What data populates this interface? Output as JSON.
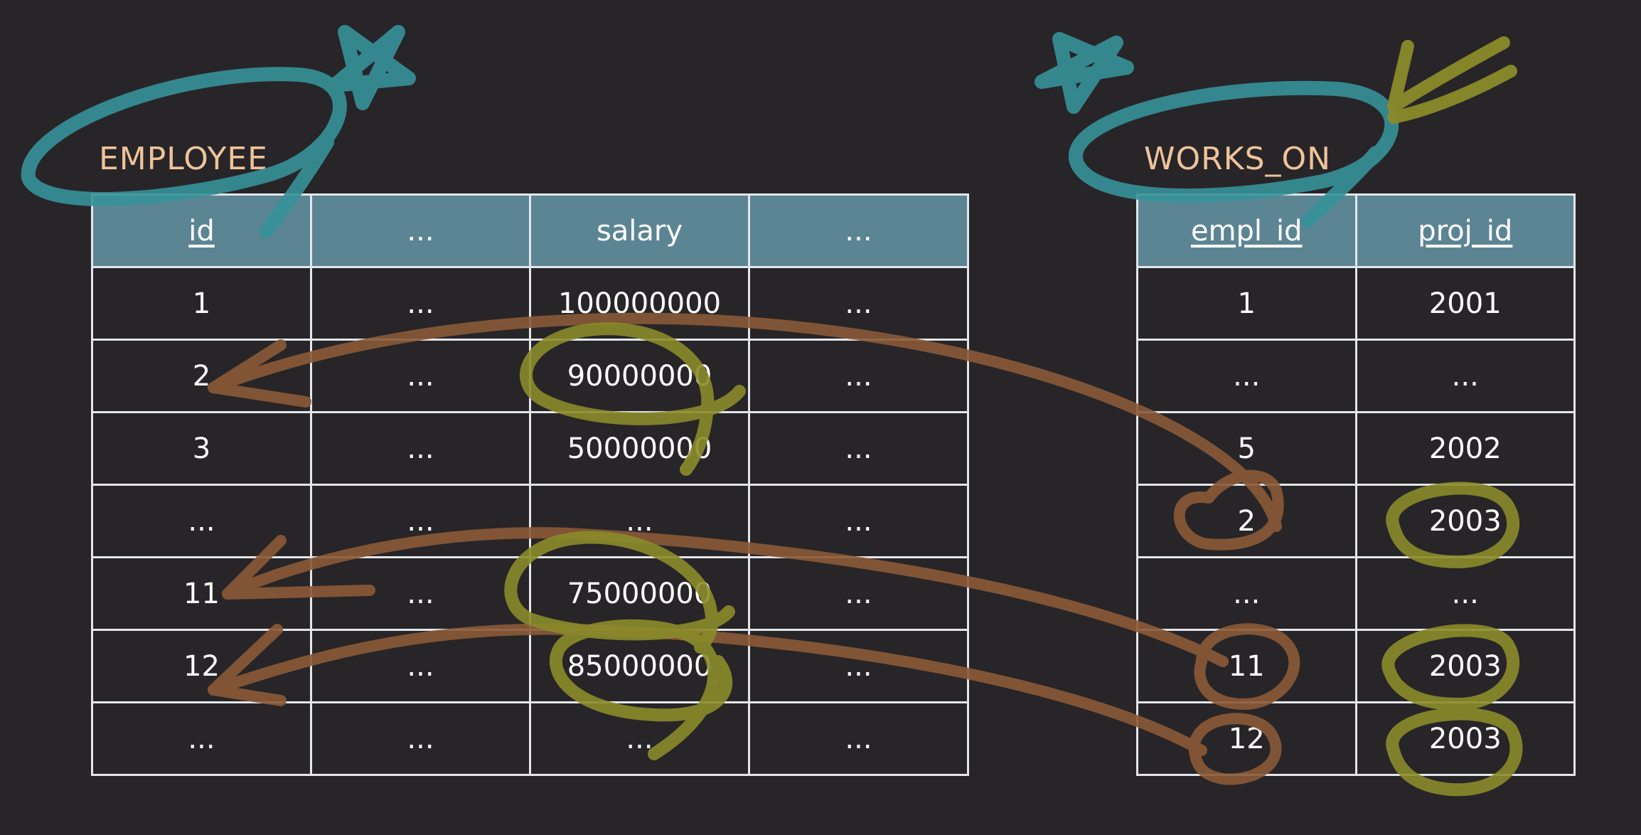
{
  "colors": {
    "background": "#272528",
    "header_fill": "#5C8594",
    "title_text": "#EFC39A",
    "ink_teal": "#37929A",
    "ink_orange": "#8A5A37",
    "ink_yellow": "#8B8B2A"
  },
  "employee": {
    "title": "EMPLOYEE",
    "headers": [
      "id",
      "...",
      "salary",
      "..."
    ],
    "key_columns": [
      0
    ],
    "rows": [
      [
        "1",
        "...",
        "100000000",
        "..."
      ],
      [
        "2",
        "...",
        "90000000",
        "..."
      ],
      [
        "3",
        "...",
        "50000000",
        "..."
      ],
      [
        "...",
        "...",
        "...",
        "..."
      ],
      [
        "11",
        "...",
        "75000000",
        "..."
      ],
      [
        "12",
        "...",
        "85000000",
        "..."
      ],
      [
        "...",
        "...",
        "...",
        "..."
      ]
    ]
  },
  "works_on": {
    "title": "WORKS_ON",
    "headers": [
      "empl_id",
      "proj_id"
    ],
    "key_columns": [
      0,
      1
    ],
    "rows": [
      [
        "1",
        "2001"
      ],
      [
        "...",
        "..."
      ],
      [
        "5",
        "2002"
      ],
      [
        "2",
        "2003"
      ],
      [
        "...",
        "..."
      ],
      [
        "11",
        "2003"
      ],
      [
        "12",
        "2003"
      ]
    ]
  }
}
